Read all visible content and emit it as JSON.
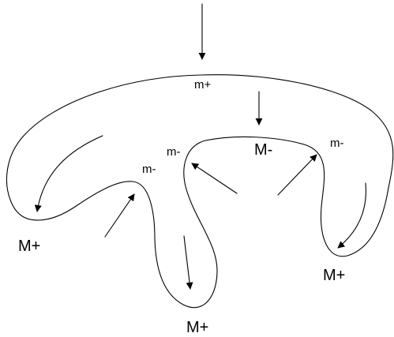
{
  "labels": {
    "m_plus_top": "m+",
    "m_minus_center": "M-",
    "m_minus_left_outer": "m-",
    "m_minus_left_inner": "m-",
    "m_minus_right": "m-",
    "M_plus_left": "M+",
    "M_plus_bottom": "M+",
    "M_plus_right": "M+"
  },
  "colors": {
    "stroke": "#000000",
    "background": "#ffffff"
  }
}
